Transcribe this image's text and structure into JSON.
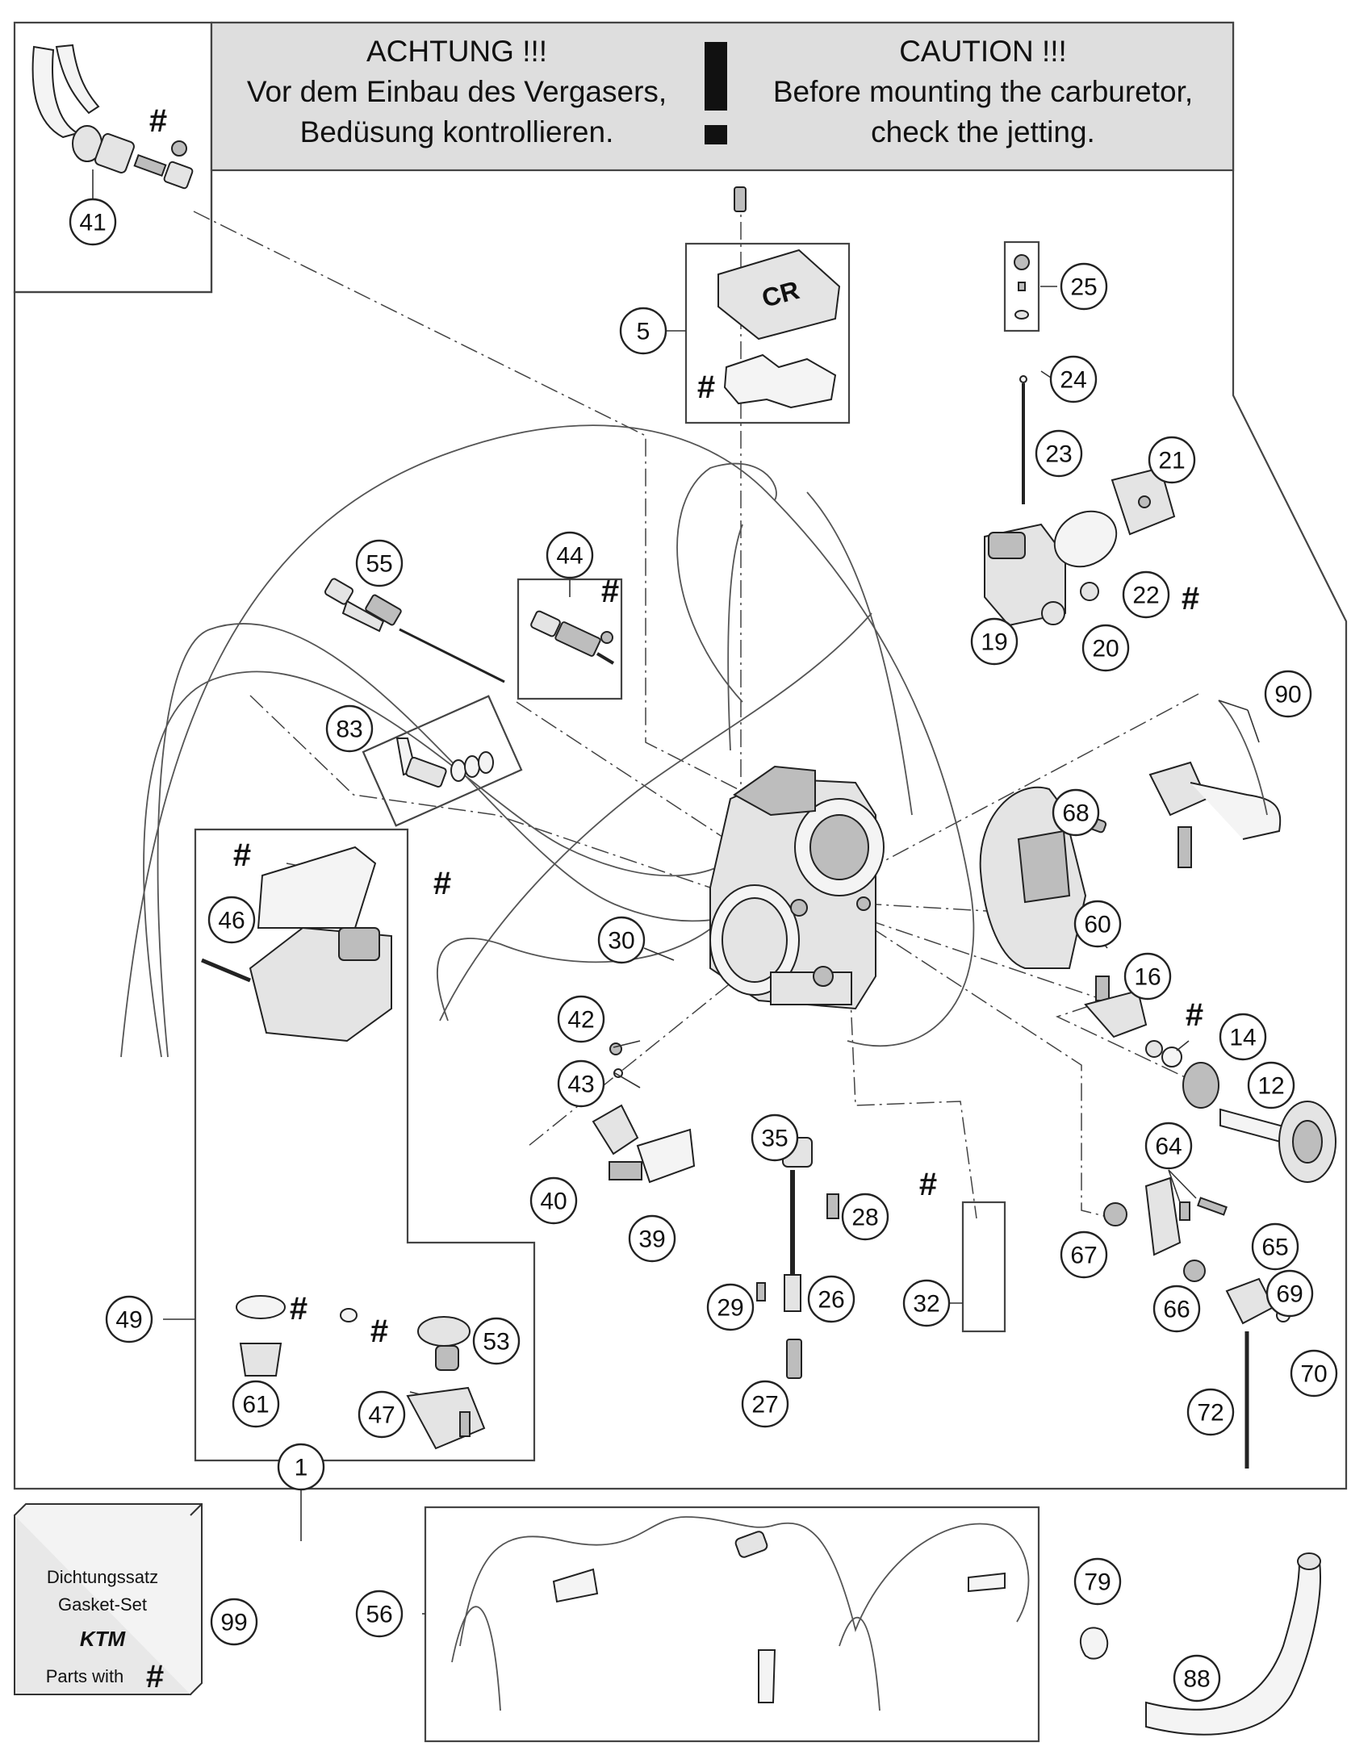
{
  "caution": {
    "de_title": "ACHTUNG !!!",
    "de_line1": "Vor dem Einbau des Vergasers,",
    "de_line2": "Bedüsung kontrollieren.",
    "en_title": "CAUTION !!!",
    "en_line1": "Before mounting the carburetor,",
    "en_line2": "check the jetting."
  },
  "gasket_box": {
    "line1": "Dichtungssatz",
    "line2": "Gasket-Set",
    "logo": "KTM",
    "line3": "Parts with",
    "symbol": "#"
  },
  "cover_lettering": "CR",
  "hash_symbol": "#",
  "callouts": [
    "1",
    "5",
    "12",
    "14",
    "16",
    "19",
    "20",
    "21",
    "22",
    "23",
    "24",
    "25",
    "26",
    "27",
    "28",
    "29",
    "30",
    "32",
    "35",
    "39",
    "40",
    "41",
    "42",
    "43",
    "44",
    "46",
    "47",
    "49",
    "53",
    "55",
    "56",
    "60",
    "61",
    "64",
    "65",
    "66",
    "67",
    "68",
    "69",
    "70",
    "72",
    "79",
    "83",
    "88",
    "90",
    "99"
  ]
}
